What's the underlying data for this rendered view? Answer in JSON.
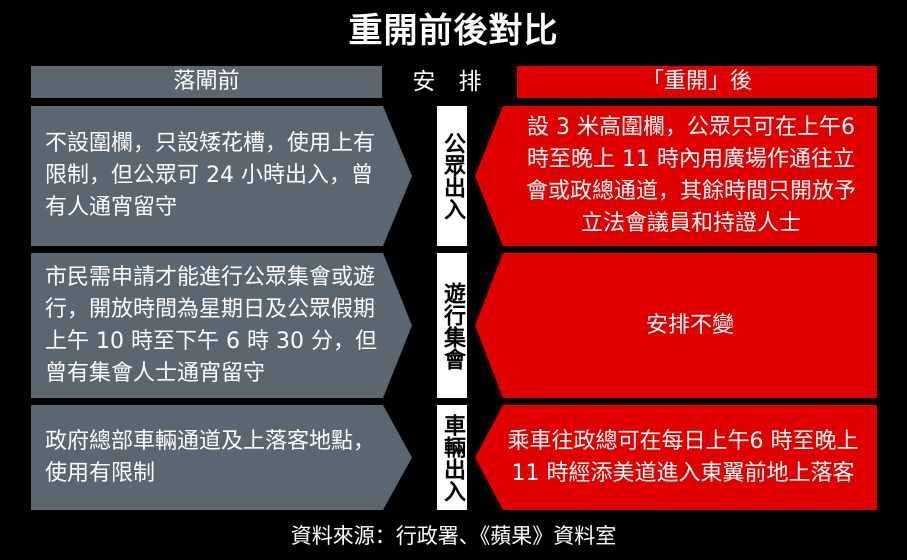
{
  "title": "重開前後對比",
  "headers": {
    "before": "落閘前",
    "middle": "安 排",
    "after": "「重開」後"
  },
  "rows": [
    {
      "label": "公眾出入",
      "before": "不設圍欄，只設矮花槽，使用上有限制，但公眾可 24 小時出入，曾有人通宵留守",
      "after": "設 3 米高圍欄，公眾只可在上午6 時至晚上 11 時內用廣場作通往立會或政總通道，其餘時間只開放予立法會議員和持證人士"
    },
    {
      "label": "遊行集會",
      "before": "市民需申請才能進行公眾集會或遊行，開放時間為星期日及公眾假期上午 10 時至下午 6 時 30 分，但曾有集會人士通宵留守",
      "after": "安排不變"
    },
    {
      "label": "車輛出入",
      "before": "政府總部車輛通道及上落客地點，使用有限制",
      "after": "乘車往政總可在每日上午6 時至晚上 11 時經添美道進入東翼前地上落客"
    }
  ],
  "footer": "資料來源：行政署、《蘋果》資料室"
}
